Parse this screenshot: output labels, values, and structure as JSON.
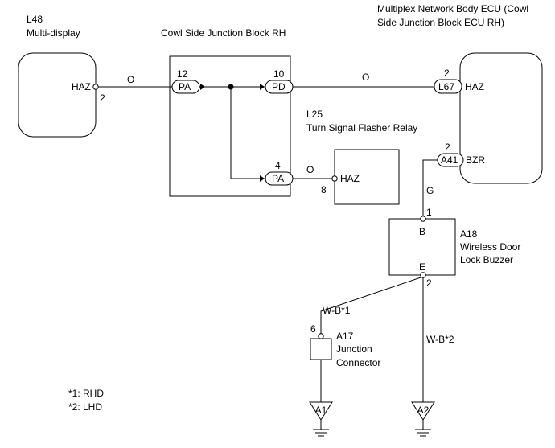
{
  "components": {
    "multi_display": {
      "code": "L48",
      "name": "Multi-display",
      "pin_label": "HAZ",
      "pin_number": "2"
    },
    "junction_block": {
      "name": "Cowl Side Junction Block RH"
    },
    "body_ecu": {
      "name_line1": "Multiplex Network Body ECU (Cowl",
      "name_line2": "Side Junction Block ECU RH)"
    },
    "flasher_relay": {
      "code": "L25",
      "name": "Turn Signal Flasher Relay",
      "pin_label": "HAZ",
      "pin_number": "8"
    },
    "buzzer": {
      "code": "A18",
      "name_line1": "Wireless Door",
      "name_line2": "Lock Buzzer",
      "pin_b": "B",
      "pin_e": "E",
      "pin_b_number": "1",
      "pin_e_number": "2"
    },
    "junction_connector": {
      "code": "A17",
      "name_line1": "Junction",
      "name_line2": "Connector",
      "pin_number": "6"
    }
  },
  "connectors": {
    "pa_left": {
      "code": "PA",
      "pin": "12"
    },
    "pd": {
      "code": "PD",
      "pin": "10"
    },
    "pa_bottom": {
      "code": "PA",
      "pin": "4"
    },
    "l67": {
      "code": "L67",
      "pin": "2",
      "label": "HAZ"
    },
    "a41": {
      "code": "A41",
      "pin": "2",
      "label": "BZR"
    }
  },
  "wires": {
    "o_left": "O",
    "o_right": "O",
    "o_relay": "O",
    "g": "G",
    "wb1": "W-B*1",
    "wb2": "W-B*2"
  },
  "grounds": {
    "a1": "A1",
    "a2": "A2"
  },
  "notes": {
    "rhd": "*1: RHD",
    "lhd": "*2: LHD"
  }
}
